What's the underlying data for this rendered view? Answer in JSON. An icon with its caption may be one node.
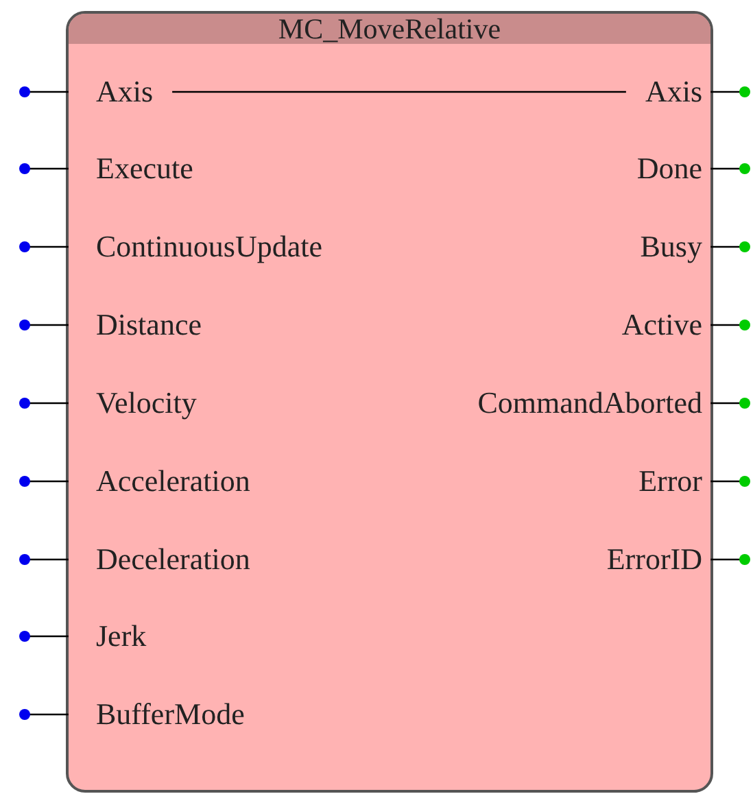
{
  "diagram": {
    "nodes": [
      {
        "text": [
          "MC_MoveRelative"
        ]
      },
      {
        "text": [
          "Axis"
        ],
        "in": 0
      },
      {
        "text": [
          "Execute"
        ],
        "in": 0
      },
      {
        "text": [
          "ContinuousUpdate"
        ],
        "in": 0
      },
      {
        "text": [
          "Distance"
        ],
        "in": 0
      },
      {
        "text": [
          "Velocity"
        ],
        "in": 0
      },
      {
        "text": [
          "Acceleration"
        ],
        "in": 0
      },
      {
        "text": [
          "Deceleration"
        ],
        "in": 0
      },
      {
        "text": [
          "Jerk"
        ],
        "in": 0
      },
      {
        "text": [
          "BufferMode"
        ],
        "in": 0
      },
      {
        "text": [
          "Axis"
        ],
        "in": 0
      },
      {
        "text": [
          "Done"
        ],
        "in": 0
      },
      {
        "text": [
          "Busy"
        ],
        "in": 0
      },
      {
        "text": [
          "Active"
        ],
        "in": 0
      },
      {
        "text": [
          "CommandAborted"
        ],
        "in": 0
      },
      {
        "text": [
          "Error"
        ],
        "in": 0
      },
      {
        "text": [
          "ErrorID"
        ],
        "in": 0
      }
    ],
    "edges": [
      {
        "from": null,
        "to": 1,
        "arrow": "other"
      },
      {
        "from": null,
        "to": 2,
        "arrow": "other"
      },
      {
        "from": null,
        "to": 3,
        "arrow": "other"
      },
      {
        "from": null,
        "to": 4,
        "arrow": "other"
      },
      {
        "from": null,
        "to": 5,
        "arrow": "other"
      },
      {
        "from": null,
        "to": 6,
        "arrow": "other"
      },
      {
        "from": null,
        "to": 7,
        "arrow": "other"
      },
      {
        "from": null,
        "to": 8,
        "arrow": "other"
      },
      {
        "from": null,
        "to": 9,
        "arrow": "other"
      },
      {
        "from": 10,
        "to": null,
        "arrow": "other"
      },
      {
        "from": 11,
        "to": null,
        "arrow": "other"
      },
      {
        "from": 12,
        "to": null,
        "arrow": "other"
      },
      {
        "from": 13,
        "to": null,
        "arrow": "other"
      },
      {
        "from": 14,
        "to": null,
        "arrow": "other"
      },
      {
        "from": 15,
        "to": null,
        "arrow": "other"
      },
      {
        "from": 16,
        "to": null,
        "arrow": "other"
      },
      {
        "from": 1,
        "to": 10,
        "arrow": "none"
      }
    ]
  }
}
